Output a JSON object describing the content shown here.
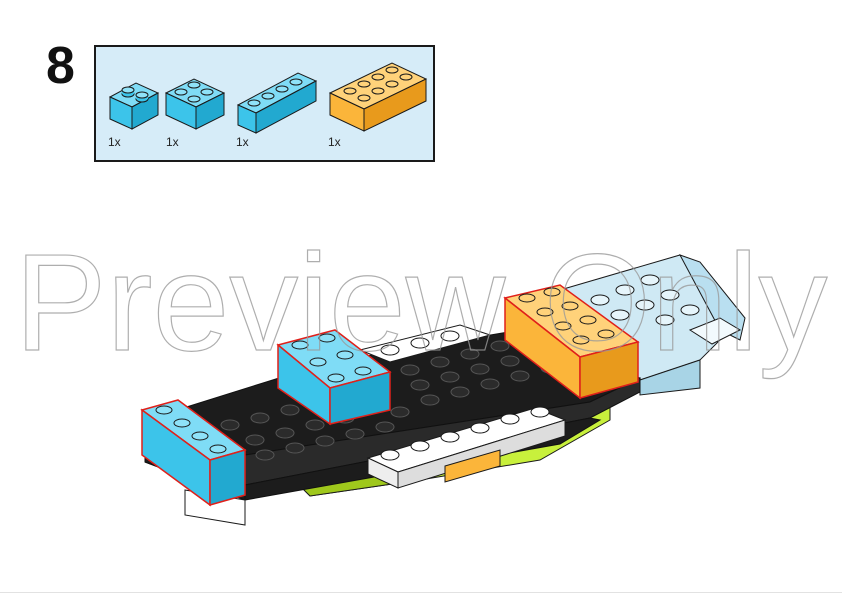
{
  "step": {
    "number": "8"
  },
  "parts": [
    {
      "name": "blue-brick-1x2",
      "qty": "1x",
      "color": "#3cc4ea"
    },
    {
      "name": "blue-brick-2x2",
      "qty": "1x",
      "color": "#3cc4ea"
    },
    {
      "name": "blue-brick-1x4",
      "qty": "1x",
      "color": "#3cc4ea"
    },
    {
      "name": "orange-brick-2x4",
      "qty": "1x",
      "color": "#fbb53a"
    }
  ],
  "colors": {
    "panel_bg": "#d6ecf8",
    "blue": "#3cc4ea",
    "orange": "#fbb53a",
    "black": "#1c1c1c",
    "lime": "#c8f03c",
    "trans_clear": "#cfe9f4",
    "white": "#ffffff",
    "new_part_outline": "#e0201a"
  },
  "watermark": {
    "text": "Preview Only"
  }
}
